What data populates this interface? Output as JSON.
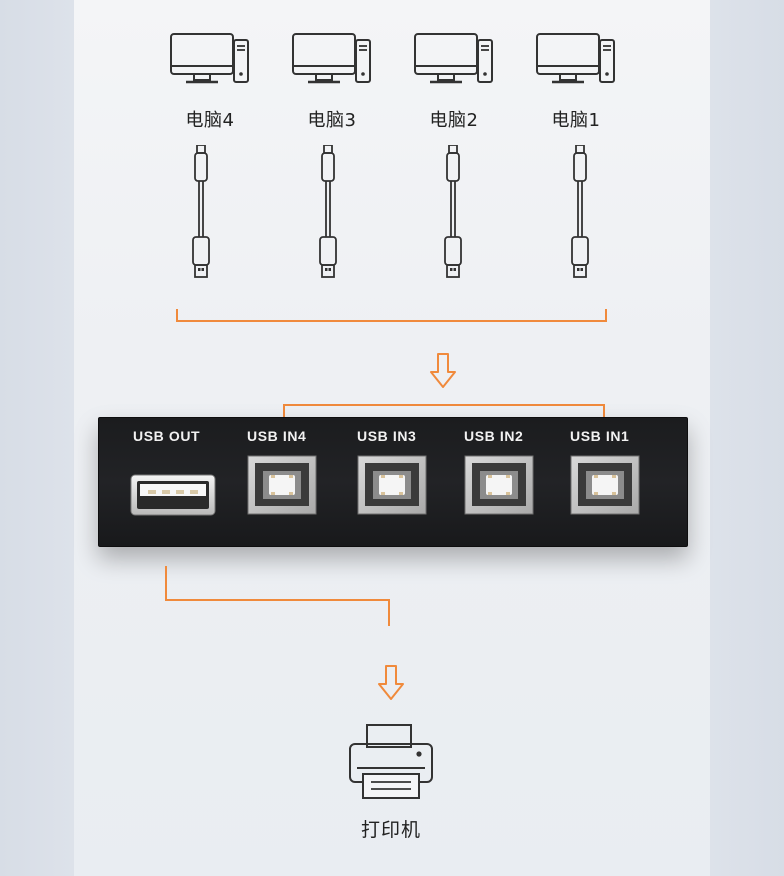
{
  "computers": [
    {
      "label": "电脑4"
    },
    {
      "label": "电脑3"
    },
    {
      "label": "电脑2"
    },
    {
      "label": "电脑1"
    }
  ],
  "device": {
    "ports": [
      {
        "label": "USB OUT",
        "type": "usb-a"
      },
      {
        "label": "USB IN4",
        "type": "usb-b"
      },
      {
        "label": "USB IN3",
        "type": "usb-b"
      },
      {
        "label": "USB IN2",
        "type": "usb-b"
      },
      {
        "label": "USB IN1",
        "type": "usb-b"
      }
    ]
  },
  "printer": {
    "label": "打印机"
  },
  "colors": {
    "accent": "#f08a3c",
    "device": "#1e1f21",
    "text": "#222222"
  },
  "icons": [
    "computer-icon",
    "usb-cable-icon",
    "down-arrow-icon",
    "printer-icon"
  ]
}
